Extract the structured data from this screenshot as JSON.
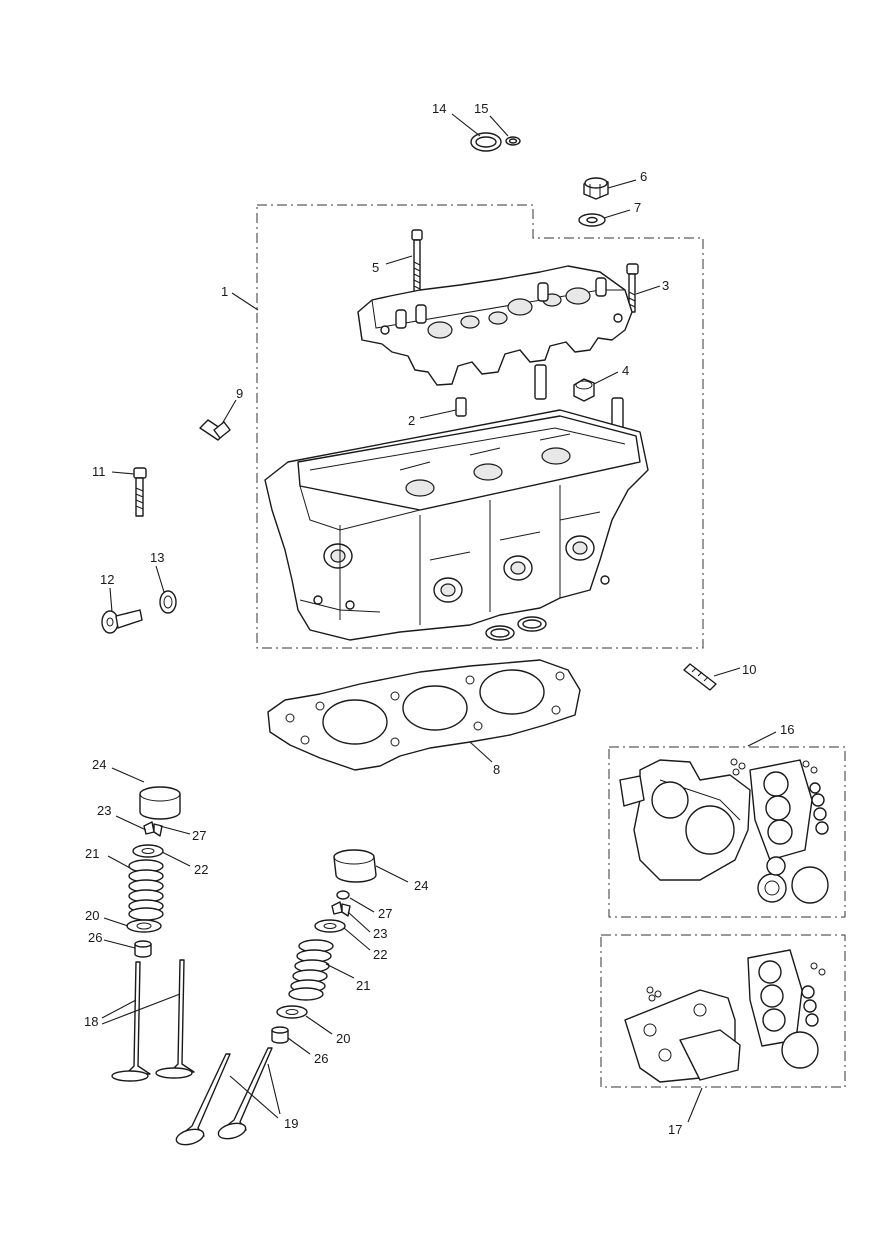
{
  "callouts": [
    {
      "id": "1",
      "text": "1"
    },
    {
      "id": "2",
      "text": "2"
    },
    {
      "id": "3",
      "text": "3"
    },
    {
      "id": "4",
      "text": "4"
    },
    {
      "id": "5",
      "text": "5"
    },
    {
      "id": "6",
      "text": "6"
    },
    {
      "id": "7",
      "text": "7"
    },
    {
      "id": "8",
      "text": "8"
    },
    {
      "id": "9",
      "text": "9"
    },
    {
      "id": "10",
      "text": "10"
    },
    {
      "id": "11",
      "text": "11"
    },
    {
      "id": "12",
      "text": "12"
    },
    {
      "id": "13",
      "text": "13"
    },
    {
      "id": "14",
      "text": "14"
    },
    {
      "id": "15",
      "text": "15"
    },
    {
      "id": "16",
      "text": "16"
    },
    {
      "id": "17",
      "text": "17"
    },
    {
      "id": "18",
      "text": "18"
    },
    {
      "id": "19",
      "text": "19"
    },
    {
      "id": "20a",
      "text": "20"
    },
    {
      "id": "20b",
      "text": "20"
    },
    {
      "id": "21a",
      "text": "21"
    },
    {
      "id": "21b",
      "text": "21"
    },
    {
      "id": "22a",
      "text": "22"
    },
    {
      "id": "22b",
      "text": "22"
    },
    {
      "id": "23a",
      "text": "23"
    },
    {
      "id": "23b",
      "text": "23"
    },
    {
      "id": "24a",
      "text": "24"
    },
    {
      "id": "24b",
      "text": "24"
    },
    {
      "id": "26a",
      "text": "26"
    },
    {
      "id": "26b",
      "text": "26"
    },
    {
      "id": "27a",
      "text": "27"
    },
    {
      "id": "27b",
      "text": "27"
    }
  ]
}
